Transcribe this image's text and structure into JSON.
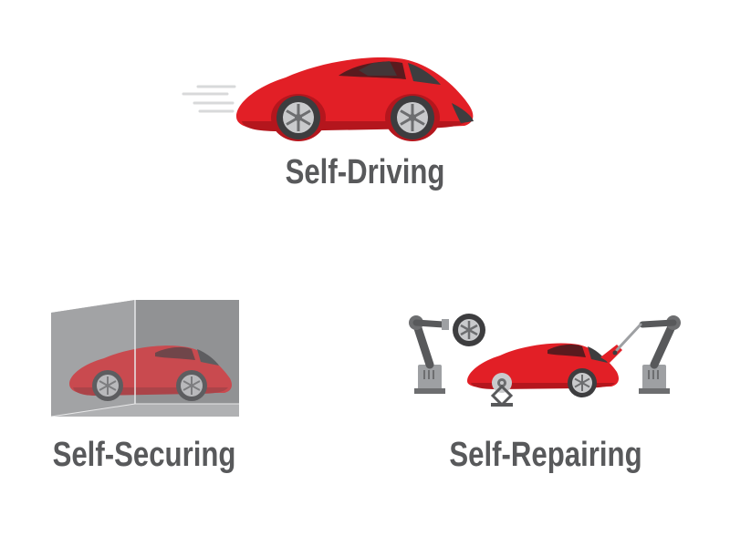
{
  "features": [
    {
      "id": "driving",
      "label": "Self-Driving",
      "illustration": "speeding-car-icon"
    },
    {
      "id": "securing",
      "label": "Self-Securing",
      "illustration": "car-in-box-icon"
    },
    {
      "id": "repairing",
      "label": "Self-Repairing",
      "illustration": "robot-arms-repairing-car-icon"
    }
  ],
  "colors": {
    "car_body": "#e21f26",
    "car_dark": "#b4161d",
    "wheel_tire": "#3d3d3f",
    "wheel_rim": "#9ea0a3",
    "label_text": "#58595b",
    "box_gray": "#8d8e90",
    "robot_gray": "#6d6e70"
  }
}
